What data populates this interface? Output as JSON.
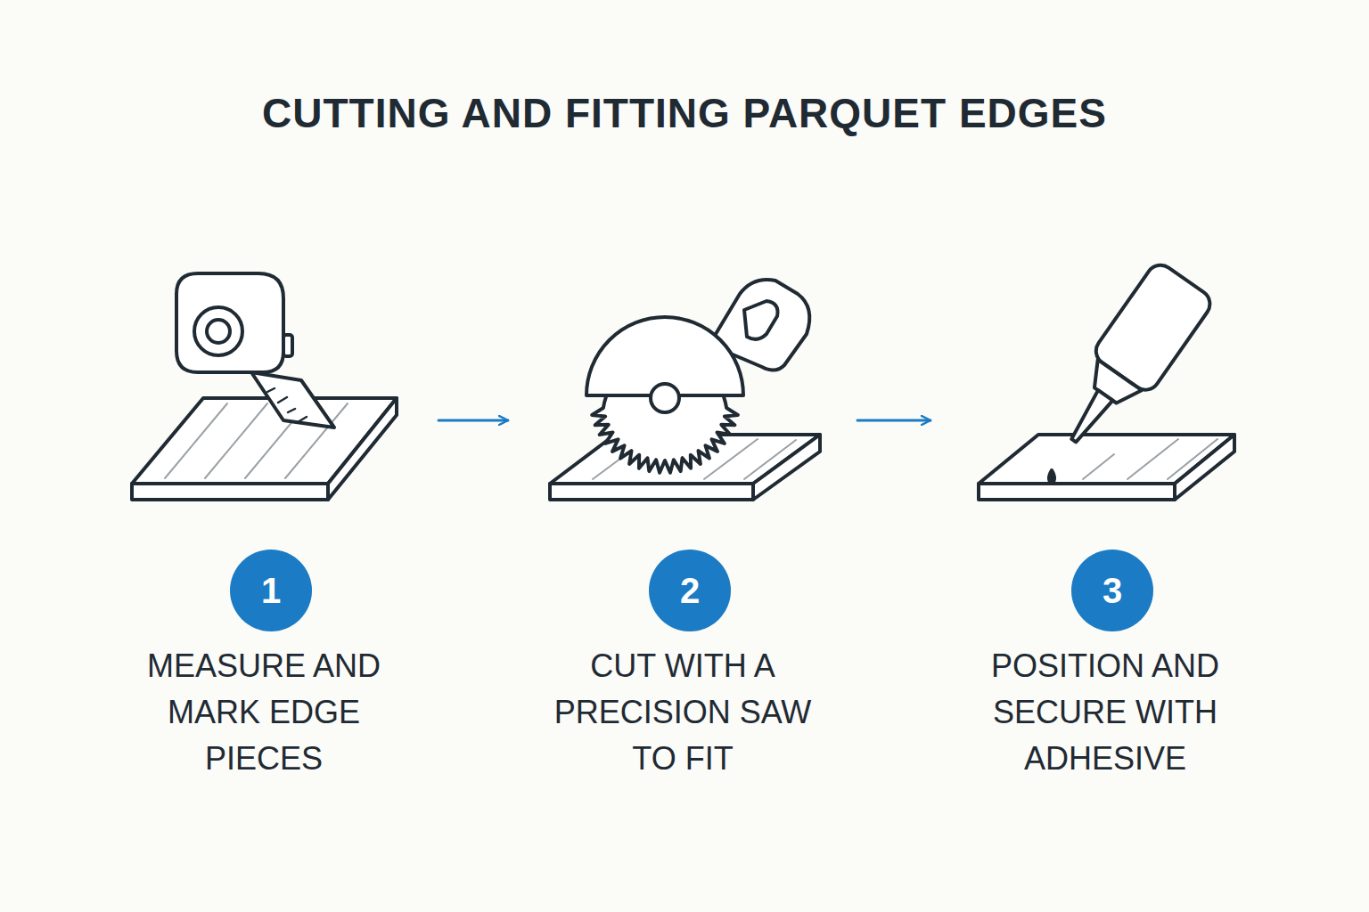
{
  "diagram": {
    "title": "CUTTING AND FITTING PARQUET EDGES",
    "nodes": [
      {
        "text": [
          "1",
          "MEASURE AND MARK EDGE PIECES"
        ]
      },
      {
        "text": [
          "2",
          "CUT WITH A PRECISION SAW TO FIT"
        ]
      },
      {
        "text": [
          "3",
          "POSITION AND SECURE WITH ADHESIVE"
        ]
      }
    ],
    "edges": [
      {
        "from": 0,
        "to": 1,
        "arrow": "to"
      },
      {
        "from": 1,
        "to": 2,
        "arrow": "to"
      }
    ]
  }
}
